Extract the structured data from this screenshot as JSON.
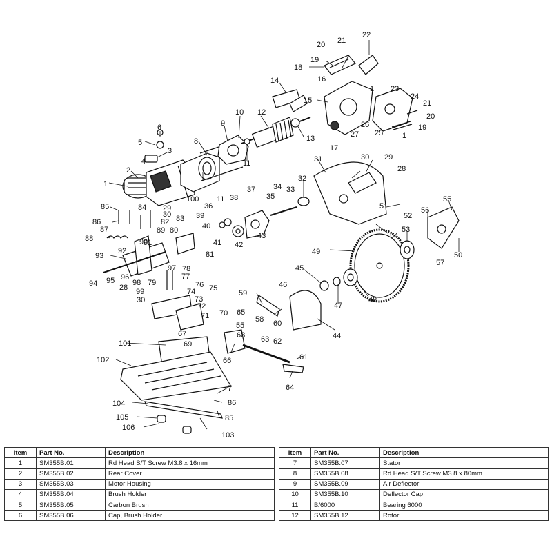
{
  "diagram": {
    "callouts": [
      "1",
      "2",
      "3",
      "4",
      "5",
      "6",
      "8",
      "9",
      "10",
      "11",
      "12",
      "13",
      "14",
      "15",
      "16",
      "17",
      "18",
      "19",
      "20",
      "21",
      "22",
      "1",
      "23",
      "24",
      "21",
      "20",
      "19",
      "25",
      "26",
      "27",
      "1",
      "28",
      "29",
      "30",
      "31",
      "32",
      "33",
      "34",
      "35",
      "36",
      "37",
      "11",
      "38",
      "39",
      "40",
      "41",
      "42",
      "43",
      "51",
      "52",
      "54",
      "55",
      "56",
      "57",
      "53",
      "50",
      "49",
      "48",
      "47",
      "45",
      "46",
      "44",
      "59",
      "60",
      "58",
      "63",
      "62",
      "61",
      "64",
      "66",
      "65",
      "55",
      "68",
      "67",
      "69",
      "70",
      "71",
      "72",
      "73",
      "74",
      "75",
      "76",
      "77",
      "78",
      "79",
      "80",
      "81",
      "82",
      "83",
      "84",
      "85",
      "86",
      "87",
      "88",
      "89",
      "90",
      "91",
      "92",
      "93",
      "94",
      "95",
      "96",
      "97",
      "98",
      "99",
      "30",
      "28",
      "29",
      "30",
      "100",
      "101",
      "102",
      "103",
      "104",
      "105",
      "106",
      "85",
      "86",
      "7"
    ]
  },
  "tables": {
    "headers": [
      "Item",
      "Part No.",
      "Description"
    ],
    "left_rows": [
      [
        "1",
        "SM355B.01",
        "Rd Head S/T Screw M3.8 x 16mm"
      ],
      [
        "2",
        "SM355B.02",
        "Rear Cover"
      ],
      [
        "3",
        "SM355B.03",
        "Motor Housing"
      ],
      [
        "4",
        "SM355B.04",
        "Brush Holder"
      ],
      [
        "5",
        "SM355B.05",
        "Carbon Brush"
      ],
      [
        "6",
        "SM355B.06",
        "Cap, Brush Holder"
      ]
    ],
    "right_rows": [
      [
        "7",
        "SM355B.07",
        "Stator"
      ],
      [
        "8",
        "SM355B.08",
        "Rd Head S/T Screw M3.8 x 80mm"
      ],
      [
        "9",
        "SM355B.09",
        "Air Deflector"
      ],
      [
        "10",
        "SM355B.10",
        "Deflector Cap"
      ],
      [
        "11",
        "B/6000",
        "Bearing 6000"
      ],
      [
        "12",
        "SM355B.12",
        "Rotor"
      ]
    ]
  }
}
